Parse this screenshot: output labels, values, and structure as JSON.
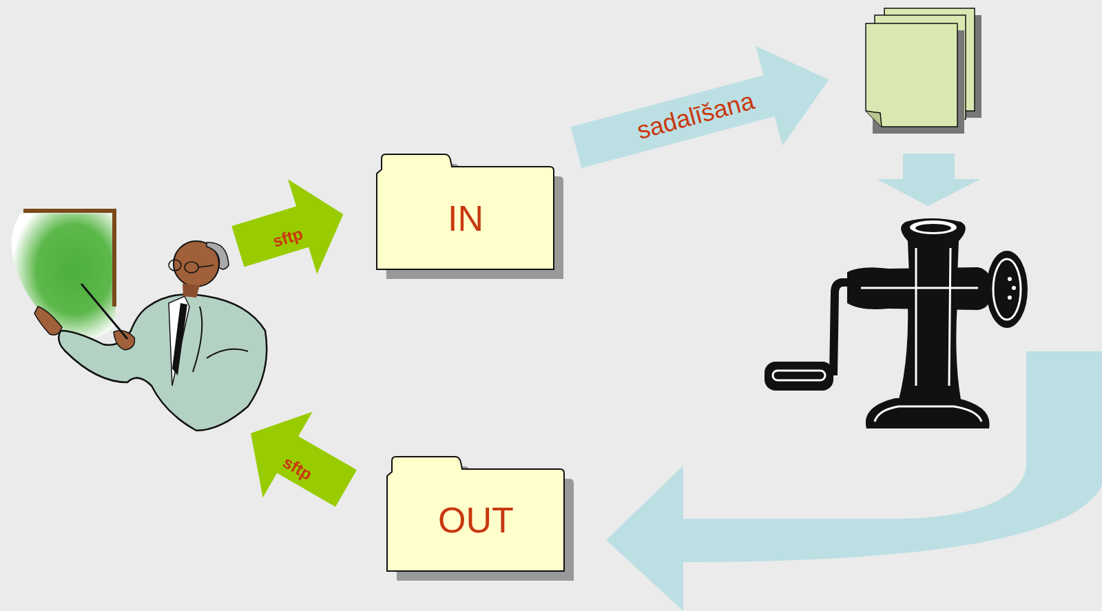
{
  "diagram": {
    "nodes": [
      {
        "text": [
          "IN"
        ]
      },
      {
        "text": [
          "OUT"
        ]
      }
    ],
    "labels": [
      "sftp",
      "sadalīšana",
      "sftp"
    ]
  }
}
